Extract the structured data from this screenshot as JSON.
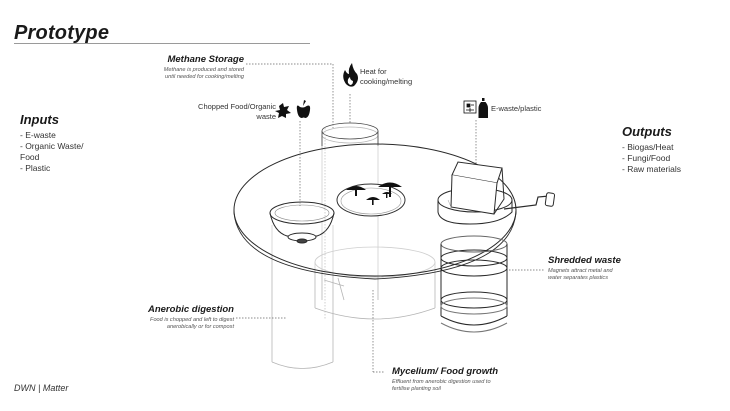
{
  "page": {
    "title": "Prototype",
    "footer": "DWN | Matter"
  },
  "inputs": {
    "heading": "Inputs",
    "items": [
      "- E-waste",
      "- Organic Waste/",
      "Food",
      "- Plastic"
    ]
  },
  "outputs": {
    "heading": "Outputs",
    "items": [
      "- Biogas/Heat",
      "- Fungi/Food",
      "- Raw materials"
    ]
  },
  "callouts": {
    "methane": {
      "title": "Methane Storage",
      "line1": "Methane is produced and stored",
      "line2": "until needed for cooking/melting"
    },
    "heat": {
      "line1": "Heat for",
      "line2": "cooking/melting",
      "icon": "flame-icon"
    },
    "chopped": {
      "line1": "Chopped Food/Organic",
      "line2": "waste",
      "icons": [
        "leaf-icon",
        "apple-icon"
      ]
    },
    "ewaste": {
      "label": "E-waste/plastic",
      "icons": [
        "circuit-board-icon",
        "bottle-icon"
      ]
    },
    "shredded": {
      "title": "Shredded waste",
      "line1": "Magnets attract metal and",
      "line2": "water separates plastics"
    },
    "anaerobic": {
      "title": "Anerobic digestion",
      "line1": "Food  is chopped and left to digest",
      "line2": "anerobically or for compost"
    },
    "mycelium": {
      "title": "Mycelium/ Food growth",
      "line1": "Effluent from anerobic digestion used to",
      "line2": "fertilise planting soil"
    }
  }
}
